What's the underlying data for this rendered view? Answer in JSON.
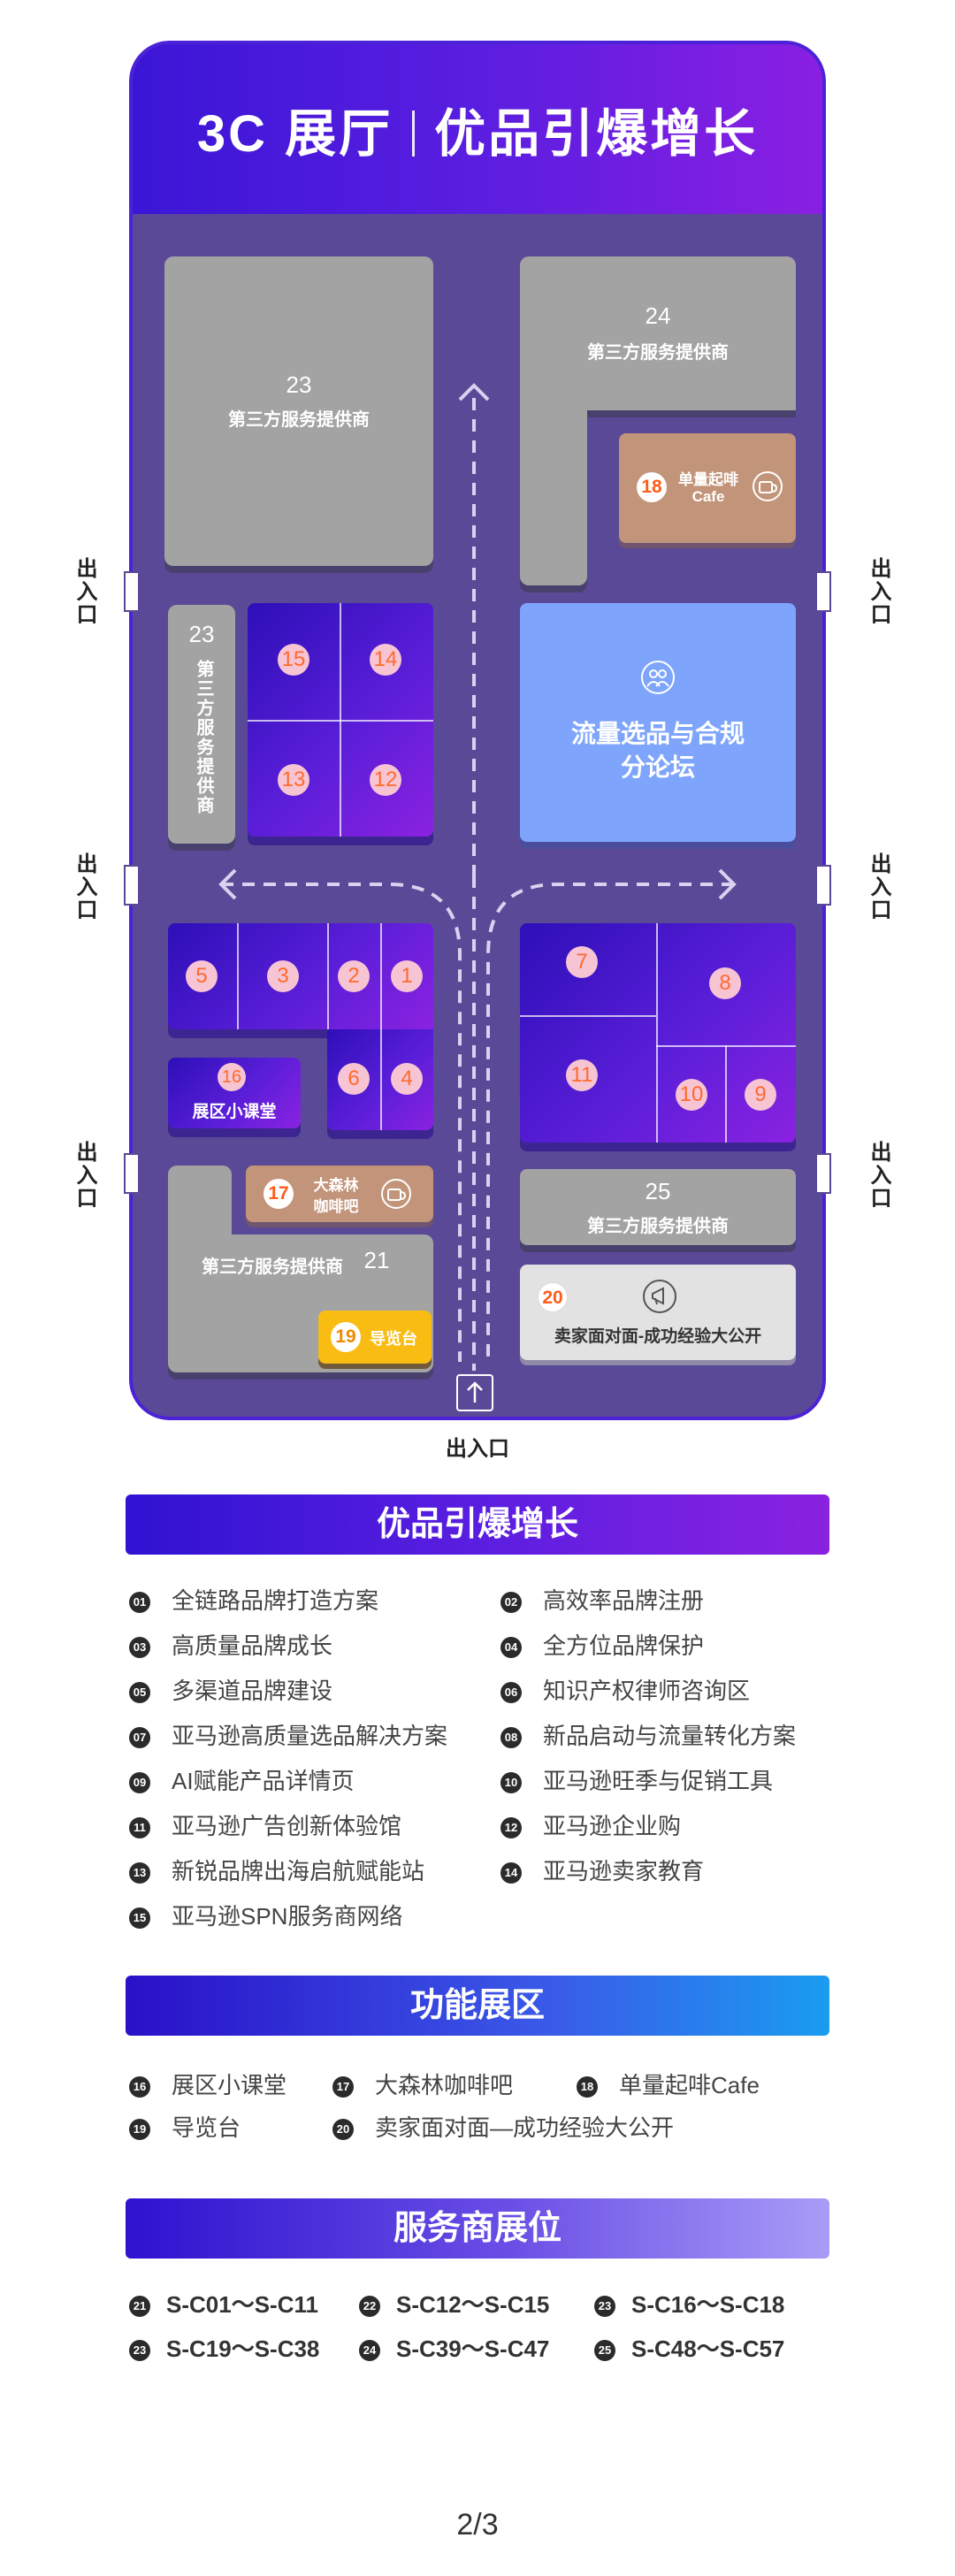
{
  "hall": {
    "title_left": "3C 展厅",
    "title_right": "优品引爆增长",
    "exit_label": "出入口",
    "zones": {
      "z23_top": {
        "num": "23",
        "label": "第三方服务提供商"
      },
      "z24": {
        "num": "24",
        "label": "第三方服务提供商"
      },
      "z18": {
        "num": "18",
        "label1": "单量起啡",
        "label2": "Cafe"
      },
      "z23_side": {
        "num": "23",
        "label": "第三方服务提供商"
      },
      "forum": {
        "line1": "流量选品与合规",
        "line2": "分论坛"
      },
      "z16": {
        "num": "16",
        "label": "展区小课堂"
      },
      "z17": {
        "num": "17",
        "label1": "大森林",
        "label2": "咖啡吧"
      },
      "z21": {
        "num": "21",
        "label": "第三方服务提供商"
      },
      "z19": {
        "num": "19",
        "label": "导览台"
      },
      "z25": {
        "num": "25",
        "label": "第三方服务提供商"
      },
      "z20": {
        "num": "20",
        "label": "卖家面对面-成功经验大公开"
      },
      "booths": {
        "b1": "1",
        "b2": "2",
        "b3": "3",
        "b4": "4",
        "b5": "5",
        "b6": "6",
        "b7": "7",
        "b8": "8",
        "b9": "9",
        "b10": "10",
        "b11": "11",
        "b12": "12",
        "b13": "13",
        "b14": "14",
        "b15": "15"
      }
    }
  },
  "sections": {
    "brand": {
      "title": "优品引爆增长",
      "items": [
        {
          "num": "01",
          "text": "全链路品牌打造方案"
        },
        {
          "num": "02",
          "text": "高效率品牌注册"
        },
        {
          "num": "03",
          "text": "高质量品牌成长"
        },
        {
          "num": "04",
          "text": "全方位品牌保护"
        },
        {
          "num": "05",
          "text": "多渠道品牌建设"
        },
        {
          "num": "06",
          "text": "知识产权律师咨询区"
        },
        {
          "num": "07",
          "text": "亚马逊高质量选品解决方案"
        },
        {
          "num": "08",
          "text": "新品启动与流量转化方案"
        },
        {
          "num": "09",
          "text": "AI赋能产品详情页"
        },
        {
          "num": "10",
          "text": "亚马逊旺季与促销工具"
        },
        {
          "num": "11",
          "text": "亚马逊广告创新体验馆"
        },
        {
          "num": "12",
          "text": "亚马逊企业购"
        },
        {
          "num": "13",
          "text": "新锐品牌出海启航赋能站"
        },
        {
          "num": "14",
          "text": "亚马逊卖家教育"
        },
        {
          "num": "15",
          "text": "亚马逊SPN服务商网络"
        }
      ]
    },
    "function": {
      "title": "功能展区",
      "items": [
        {
          "num": "16",
          "text": "展区小课堂"
        },
        {
          "num": "17",
          "text": "大森林咖啡吧"
        },
        {
          "num": "18",
          "text": "单量起啡Cafe"
        },
        {
          "num": "19",
          "text": "导览台"
        },
        {
          "num": "20",
          "text": "卖家面对面—成功经验大公开"
        }
      ]
    },
    "service": {
      "title": "服务商展位",
      "items": [
        {
          "num": "21",
          "text": "S-C01～S-C11"
        },
        {
          "num": "22",
          "text": "S-C12～S-C15"
        },
        {
          "num": "23",
          "text": "S-C16～S-C18"
        },
        {
          "num": "23",
          "text": "S-C19～S-C38"
        },
        {
          "num": "24",
          "text": "S-C39～S-C47"
        },
        {
          "num": "25",
          "text": "S-C48～S-C57"
        }
      ]
    }
  },
  "page_number": "2/3",
  "colors": {
    "hall_floor": "#5a4996",
    "accent_purple": "#4b22d8",
    "booth_gray": "#a3a3a3",
    "forum_blue": "#7ea5fb",
    "cafe_brown": "#c2947a",
    "guide_yellow": "#f9bc13"
  }
}
